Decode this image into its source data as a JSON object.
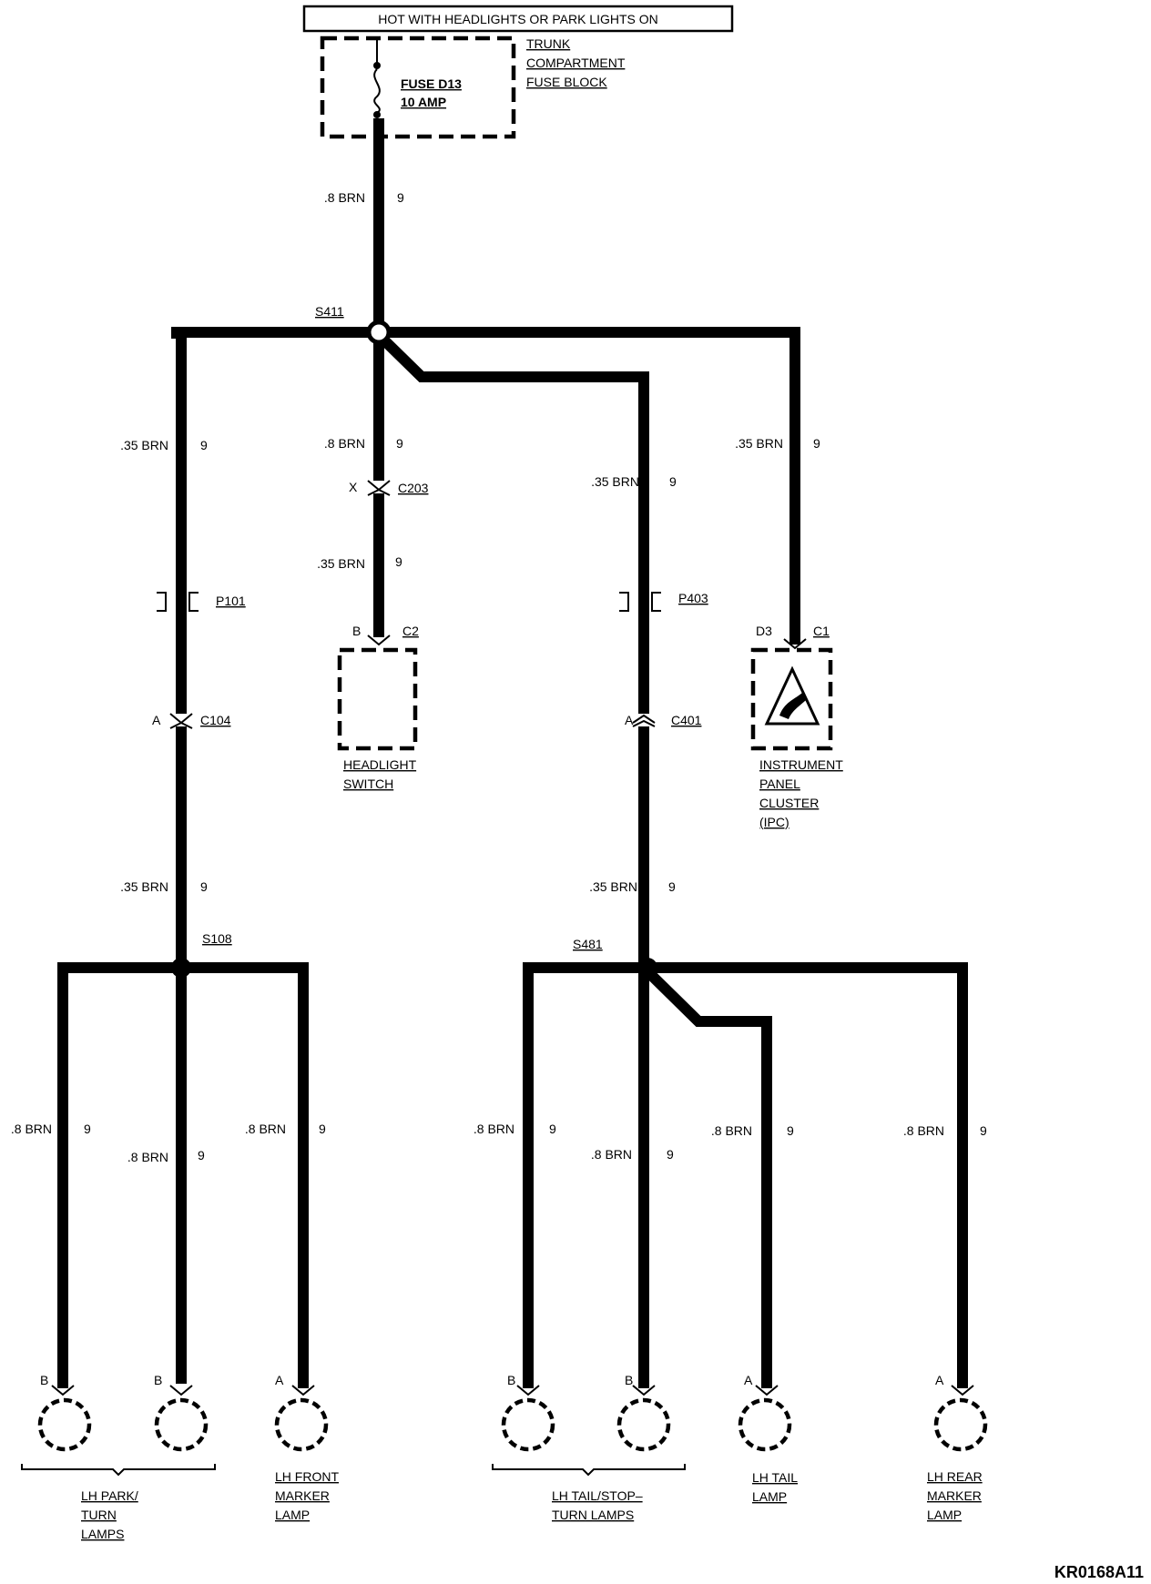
{
  "header": {
    "label": "HOT WITH HEADLIGHTS OR PARK LIGHTS ON"
  },
  "fuse_block": {
    "name": [
      "TRUNK",
      "COMPARTMENT",
      "FUSE BLOCK"
    ],
    "fuse": "FUSE D13",
    "rating": "10 AMP"
  },
  "splices": {
    "s411": "S411",
    "s108": "S108",
    "s481": "S481"
  },
  "connectors": {
    "c203": "C203",
    "c203_pin": "X",
    "p101": "P101",
    "p403": "P403",
    "c104": "C104",
    "c104_pin": "A",
    "c401": "C401",
    "c401_pin": "A",
    "c2": "C2",
    "c2_pin": "B",
    "c1": "C1",
    "c1_pin": "D3"
  },
  "wires": {
    "main": {
      "gauge": ".8 BRN",
      "circuit": "9"
    },
    "left": {
      "gauge": ".35 BRN",
      "circuit": "9"
    },
    "switch_upper": {
      "gauge": ".8 BRN",
      "circuit": "9"
    },
    "switch_lower": {
      "gauge": ".35 BRN",
      "circuit": "9"
    },
    "rear_upper": {
      "gauge": ".35 BRN",
      "circuit": "9"
    },
    "ipc": {
      "gauge": ".35 BRN",
      "circuit": "9"
    },
    "left_lower": {
      "gauge": ".35 BRN",
      "circuit": "9"
    },
    "rear_lower": {
      "gauge": ".35 BRN",
      "circuit": "9"
    },
    "b1": {
      "gauge": ".8 BRN",
      "circuit": "9"
    },
    "b2": {
      "gauge": ".8 BRN",
      "circuit": "9"
    },
    "b3": {
      "gauge": ".8 BRN",
      "circuit": "9"
    },
    "b4": {
      "gauge": ".8 BRN",
      "circuit": "9"
    },
    "b5": {
      "gauge": ".8 BRN",
      "circuit": "9"
    },
    "b6": {
      "gauge": ".8 BRN",
      "circuit": "9"
    },
    "b7": {
      "gauge": ".8 BRN",
      "circuit": "9"
    }
  },
  "components": {
    "headlight_switch": [
      "HEADLIGHT",
      "SWITCH"
    ],
    "ipc": [
      "INSTRUMENT",
      "PANEL",
      "CLUSTER",
      "(IPC)"
    ],
    "lh_park_turn": [
      "LH PARK/",
      "TURN",
      "LAMPS"
    ],
    "lh_front_marker": [
      "LH FRONT",
      "MARKER",
      "LAMP"
    ],
    "lh_tail_stop_turn": [
      "LH TAIL/STOP–",
      "TURN LAMPS"
    ],
    "lh_tail": [
      "LH TAIL",
      "LAMP"
    ],
    "lh_rear_marker": [
      "LH REAR",
      "MARKER",
      "LAMP"
    ]
  },
  "lamp_pins": {
    "p1": "B",
    "p2": "B",
    "p3": "A",
    "p4": "B",
    "p5": "B",
    "p6": "A",
    "p7": "A"
  },
  "figure_id": "KR0168A11"
}
